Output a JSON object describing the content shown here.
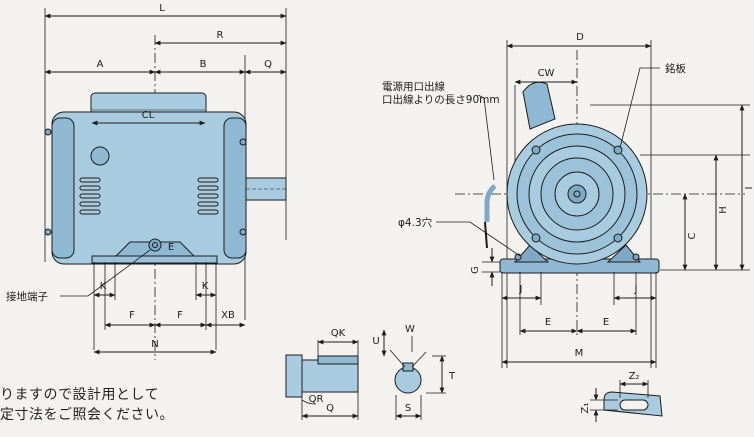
{
  "dims": {
    "L": "L",
    "R": "R",
    "A": "A",
    "B": "B",
    "Q": "Q",
    "CL": "CL",
    "K_left": "K",
    "K_right": "K",
    "F_left": "F",
    "F_right": "F",
    "XB": "XB",
    "N": "N",
    "E_terminal": "E",
    "D": "D",
    "CW": "CW",
    "H": "H",
    "I": "I",
    "C": "C",
    "G": "G",
    "J_left": "J",
    "J_right": "J",
    "E_left": "E",
    "E_right": "E",
    "M": "M",
    "QK": "QK",
    "QR": "QR",
    "Q_shaft": "Q",
    "U": "U",
    "W": "W",
    "T": "T",
    "S": "S",
    "Z1": "Z₁",
    "Z2": "Z₂"
  },
  "callouts": {
    "ground_terminal": "接地端子",
    "lead_outlet_line1": "電源用口出線",
    "lead_outlet_line2": "口出線よりの長さ90mm",
    "nameplate": "銘板",
    "hole": "φ4.3穴"
  },
  "notes": {
    "line1": "りますので設計用として",
    "line2": "定寸法をご照会ください。"
  },
  "colors": {
    "motor_fill": "#a9cbe0",
    "motor_dark": "#7fa9c4",
    "line": "#1c1c1c",
    "paper": "#f3f2ee"
  }
}
